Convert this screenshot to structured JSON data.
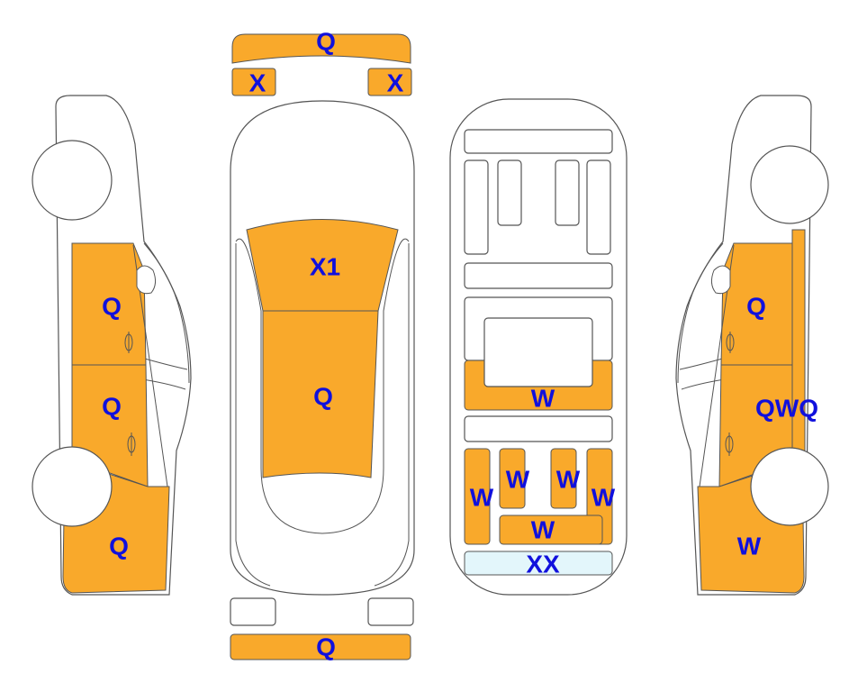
{
  "colors": {
    "painted": "#f9a92b",
    "light": "#e3f6fb",
    "label": "#1010dd",
    "line": "#555555"
  },
  "labels": {
    "front_bumper": "Q",
    "headlight_left": "X",
    "headlight_right": "X",
    "hood": "X1",
    "roof": "Q",
    "rear_bumper": "Q",
    "left_front_door": "Q",
    "left_rear_door": "Q",
    "left_rear_fender": "Q",
    "right_front_door": "Q",
    "right_rear_door": "QWQ",
    "right_rear_fender": "W",
    "frame_mid_cross": "W",
    "frame_left_outer": "W",
    "frame_left_inner": "W",
    "frame_right_inner": "W",
    "frame_right_outer": "W",
    "frame_rear_cross": "W",
    "frame_rear_panel": "XX"
  }
}
